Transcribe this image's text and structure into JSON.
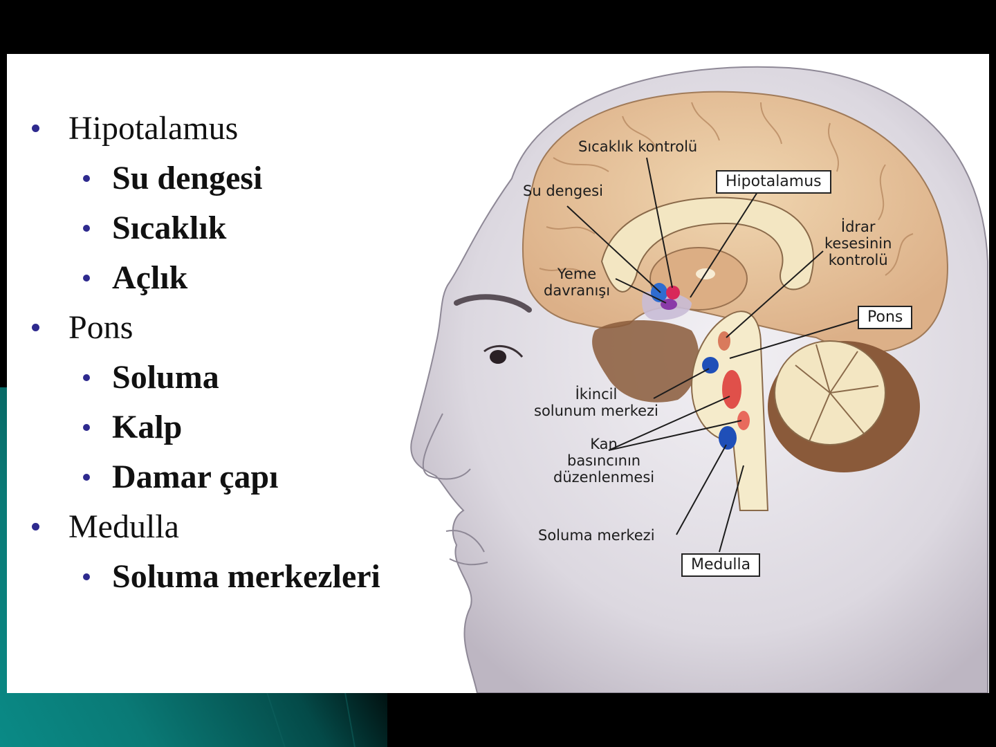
{
  "slide": {
    "bullets": [
      {
        "level": 1,
        "text": "Hipotalamus"
      },
      {
        "level": 2,
        "text": "Su dengesi"
      },
      {
        "level": 2,
        "text": "Sıcaklık"
      },
      {
        "level": 2,
        "text": "Açlık"
      },
      {
        "level": 1,
        "text": "Pons"
      },
      {
        "level": 2,
        "text": "Soluma"
      },
      {
        "level": 2,
        "text": "Kalp"
      },
      {
        "level": 2,
        "text": "Damar çapı"
      },
      {
        "level": 1,
        "text": "Medulla"
      },
      {
        "level": 2,
        "text": "Soluma merkezleri"
      }
    ],
    "bullet_color": "#2e2a8e"
  },
  "figure": {
    "labels": {
      "sicaklik_kontrolu": "Sıcaklık kontrolü",
      "su_dengesi": "Su dengesi",
      "hipotalamus": "Hipotalamus",
      "idrar_line1": "İdrar",
      "idrar_line2": "kesesinin",
      "idrar_line3": "kontrolü",
      "yeme_line1": "Yeme",
      "yeme_line2": "davranışı",
      "pons": "Pons",
      "ikincil_line1": "İkincil",
      "ikincil_line2": "solunum merkezi",
      "kan_line1": "Kan",
      "kan_line2": "basıncının",
      "kan_line3": "düzenlenmesi",
      "soluma_merkezi": "Soluma merkezi",
      "medulla": "Medulla"
    },
    "colors": {
      "cortex": "#e8c9a0",
      "inner": "#f3e6c2",
      "brainstem": "#f5ebcb",
      "dark_tissue": "#8a5a3a",
      "skin": "#dcd8e0",
      "blue_nucleus": "#1f4fb8",
      "red_nucleus": "#e0504a",
      "magenta_nucleus": "#d8285a",
      "purple_nucleus": "#8a3aa8"
    }
  }
}
